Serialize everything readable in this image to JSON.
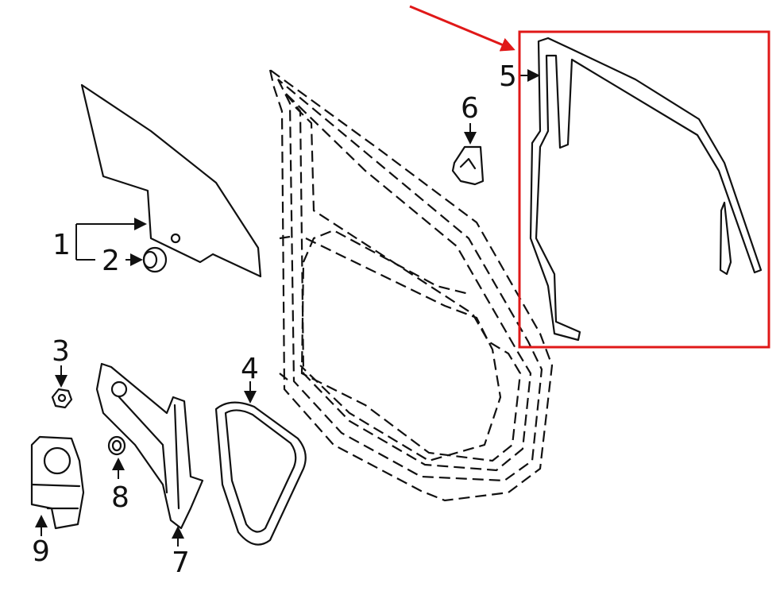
{
  "diagram": {
    "callouts": [
      {
        "id": "1",
        "label": "1",
        "part": "door-glass"
      },
      {
        "id": "2",
        "label": "2",
        "part": "glass-bushing"
      },
      {
        "id": "3",
        "label": "3",
        "part": "nut"
      },
      {
        "id": "4",
        "label": "4",
        "part": "quarter-glass-seal"
      },
      {
        "id": "5",
        "label": "5",
        "part": "run-channel-seal"
      },
      {
        "id": "6",
        "label": "6",
        "part": "clip"
      },
      {
        "id": "7",
        "label": "7",
        "part": "window-regulator"
      },
      {
        "id": "8",
        "label": "8",
        "part": "grommet"
      },
      {
        "id": "9",
        "label": "9",
        "part": "window-motor"
      }
    ],
    "highlight_color": "#e01818"
  }
}
